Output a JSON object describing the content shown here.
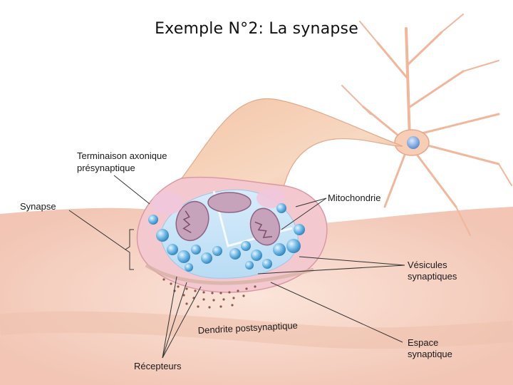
{
  "title": "Exemple N°2: La synapse",
  "labels": {
    "terminaison": [
      "Terminaison axonique",
      "présynaptique"
    ],
    "synapse": "Synapse",
    "mitochondrie": "Mitochondrie",
    "vesicules": [
      "Vésicules",
      "synaptiques"
    ],
    "dendrite": "Dendrite postsynaptique",
    "espace": [
      "Espace",
      "synaptique"
    ],
    "recepteurs": "Récepteurs"
  },
  "colors": {
    "tissue": "#f6d2c4",
    "neuron": "#f7d6c9",
    "vesicle": "#5aa8d8",
    "mitochondria": "#b48aa8",
    "nucleus": "#6f9fd6"
  }
}
